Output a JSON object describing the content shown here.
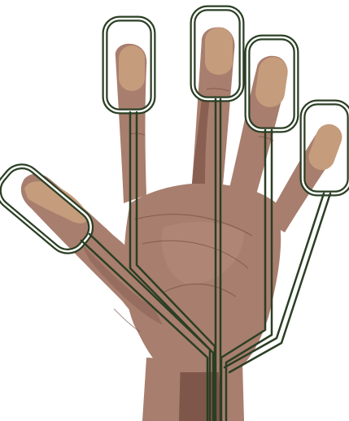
{
  "illustration": {
    "subject": "hand-with-fingertip-sensor-loops",
    "fingers": [
      {
        "id": "thumb"
      },
      {
        "id": "index"
      },
      {
        "id": "middle"
      },
      {
        "id": "ring"
      },
      {
        "id": "pinky"
      }
    ],
    "colors": {
      "background": "#ffffff",
      "skin": "#a87e6e",
      "skin_shadow": "#7f574a",
      "skin_dark": "#6b4438",
      "skin_highlight": "#c09383",
      "nail": "#c59c7c",
      "wire": "#2b3f24"
    }
  }
}
